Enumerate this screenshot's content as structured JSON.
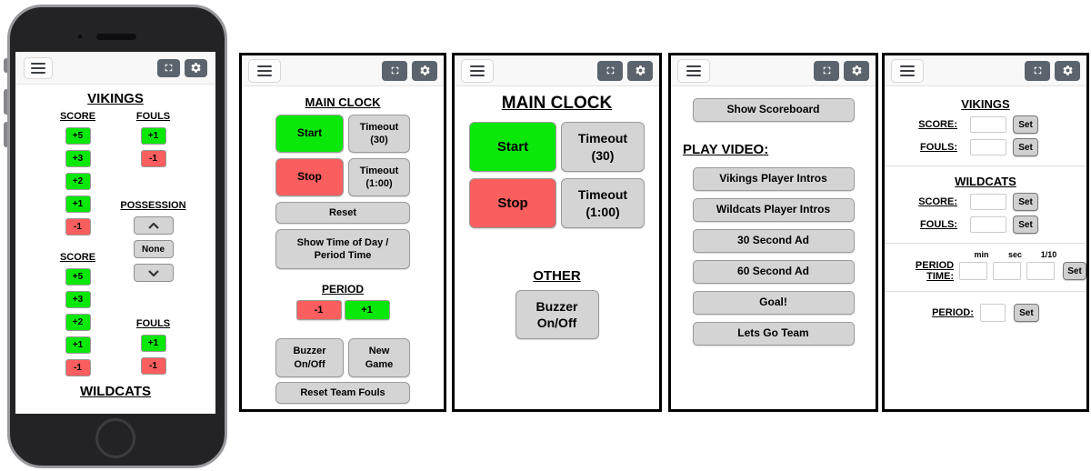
{
  "colors": {
    "green": "#0ae80a",
    "red": "#fa5e5e",
    "gray-button": "#d4d4d4",
    "icon-button": "#5b646d",
    "phone-body": "#232326"
  },
  "phone": {
    "team1_title": "VIKINGS",
    "team2_title": "WILDCATS",
    "score_label": "SCORE",
    "fouls_label": "FOULS",
    "possession_label": "POSSESSION",
    "possession_none_label": "None",
    "team1_score_buttons": [
      "+5",
      "+3",
      "+2",
      "+1",
      "-1"
    ],
    "team1_fouls_buttons": [
      "+1",
      "-1"
    ],
    "team2_score_buttons": [
      "+5",
      "+3",
      "+2",
      "+1",
      "-1"
    ],
    "team2_fouls_buttons": [
      "+1",
      "-1"
    ]
  },
  "clock_controls": {
    "title": "MAIN CLOCK",
    "start_label": "Start",
    "stop_label": "Stop",
    "timeout30_line1": "Timeout",
    "timeout30_line2": "(30)",
    "timeout60_line1": "Timeout",
    "timeout60_line2": "(1:00)",
    "reset_label": "Reset",
    "show_tod_line1": "Show Time of Day /",
    "show_tod_line2": "Period Time",
    "period_label": "PERIOD",
    "period_minus_label": "-1",
    "period_plus_label": "+1",
    "buzzer_line1": "Buzzer",
    "buzzer_line2": "On/Off",
    "new_game_label": "New Game",
    "reset_team_fouls_label": "Reset Team Fouls"
  },
  "main_clock": {
    "title": "MAIN CLOCK",
    "start_label": "Start",
    "stop_label": "Stop",
    "timeout30_line1": "Timeout",
    "timeout30_line2": "(30)",
    "timeout60_line1": "Timeout",
    "timeout60_line2": "(1:00)",
    "other_label": "OTHER",
    "buzzer_line1": "Buzzer",
    "buzzer_line2": "On/Off"
  },
  "video_panel": {
    "show_scoreboard_label": "Show Scoreboard",
    "play_video_label": "PLAY VIDEO:",
    "video_buttons": [
      "Vikings Player Intros",
      "Wildcats Player Intros",
      "30 Second Ad",
      "60 Second Ad",
      "Goal!",
      "Lets Go Team"
    ]
  },
  "manual_set": {
    "team1_title": "VIKINGS",
    "team2_title": "WILDCATS",
    "score_label": "SCORE:",
    "fouls_label": "FOULS:",
    "set_label": "Set",
    "period_time_label": "PERIOD TIME:",
    "min_label": "min",
    "sec_label": "sec",
    "tenth_label": "1/10",
    "period_label": "PERIOD:",
    "inputs": {
      "team1_score": "",
      "team1_fouls": "",
      "team2_score": "",
      "team2_fouls": "",
      "period_min": "",
      "period_sec": "",
      "period_tenth": "",
      "period": ""
    }
  }
}
